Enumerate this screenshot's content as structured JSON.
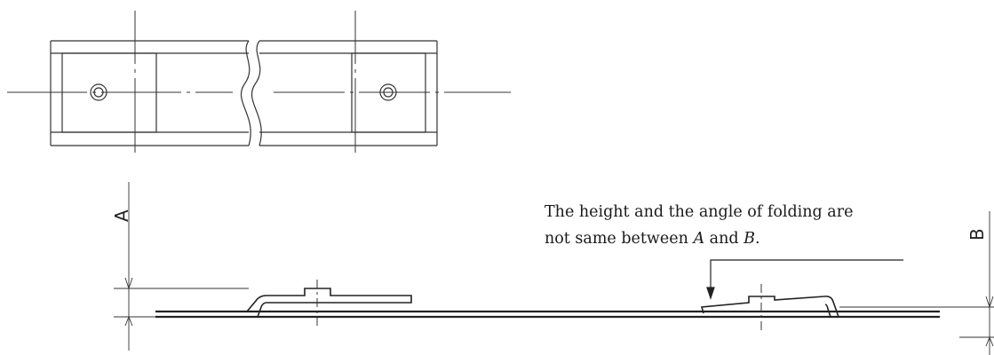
{
  "labels": {
    "dim_a": "A",
    "dim_b": "B"
  },
  "note": {
    "line1": "The height and the angle of folding are",
    "line2_prefix": "not same between ",
    "var_a": "A",
    "conj": " and ",
    "var_b": "B",
    "period": "."
  }
}
